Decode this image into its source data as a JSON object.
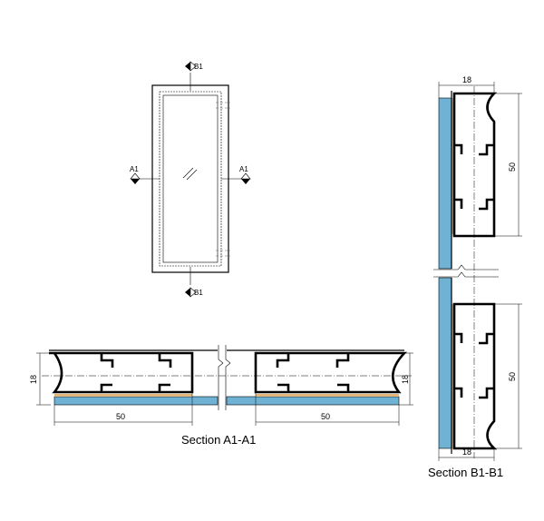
{
  "elevation": {
    "section_b_tag": "B1",
    "section_a_tag": "A1"
  },
  "section_a": {
    "caption": "Section A1-A1",
    "width_left": "50",
    "width_right": "50",
    "height_left": "18",
    "height_right": "18"
  },
  "section_b": {
    "caption": "Section B1-B1",
    "width_top": "18",
    "width_bottom": "18",
    "height_top": "50",
    "height_bottom": "50"
  },
  "colors": {
    "glass": "#6fb2d4",
    "gasket": "#e3b77a",
    "stroke": "#000000"
  }
}
